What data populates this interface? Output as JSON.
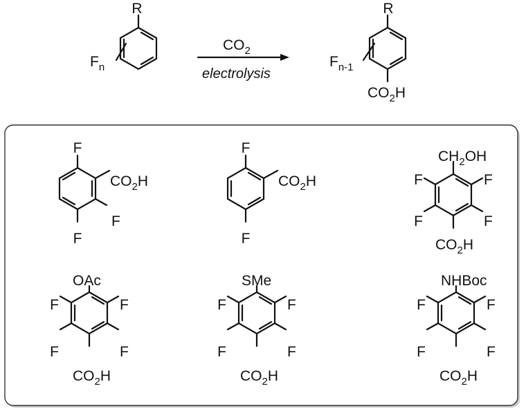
{
  "reaction": {
    "reactant": {
      "substituent": "R",
      "fluorine": "F",
      "fluorine_sub": "n"
    },
    "reagent_above": {
      "main": "CO",
      "sub": "2"
    },
    "reagent_below": "electrolysis",
    "product": {
      "substituent": "R",
      "fluorine": "F",
      "fluorine_sub": "n-1",
      "acid": {
        "a": "CO",
        "b": "2",
        "c": "H"
      }
    }
  },
  "examples": [
    {
      "id": "2,3,6-trifluorobenzoic-acid",
      "labels": [
        {
          "parts": [
            "F"
          ]
        },
        {
          "parts": [
            "CO",
            "2",
            "H"
          ]
        },
        {
          "parts": [
            "F"
          ]
        },
        {
          "parts": [
            "F"
          ]
        }
      ]
    },
    {
      "id": "2,5-difluorobenzoic-acid",
      "labels": [
        {
          "parts": [
            "F"
          ]
        },
        {
          "parts": [
            "CO",
            "2",
            "H"
          ]
        },
        {
          "parts": [
            "F"
          ]
        }
      ]
    },
    {
      "id": "tetrafluoro-4-hydroxymethylbenzoic-acid",
      "labels": [
        {
          "parts": [
            "CH",
            "2",
            "OH"
          ]
        },
        {
          "parts": [
            "F"
          ]
        },
        {
          "parts": [
            "F"
          ]
        },
        {
          "parts": [
            "F"
          ]
        },
        {
          "parts": [
            "F"
          ]
        },
        {
          "parts": [
            "CO",
            "2",
            "H"
          ]
        }
      ]
    },
    {
      "id": "tetrafluoro-4-acetoxybenzoic-acid",
      "labels": [
        {
          "parts": [
            "OAc"
          ]
        },
        {
          "parts": [
            "F"
          ]
        },
        {
          "parts": [
            "F"
          ]
        },
        {
          "parts": [
            "F"
          ]
        },
        {
          "parts": [
            "F"
          ]
        },
        {
          "parts": [
            "CO",
            "2",
            "H"
          ]
        }
      ]
    },
    {
      "id": "tetrafluoro-4-methylthiobenzoic-acid",
      "labels": [
        {
          "parts": [
            "SMe"
          ]
        },
        {
          "parts": [
            "F"
          ]
        },
        {
          "parts": [
            "F"
          ]
        },
        {
          "parts": [
            "F"
          ]
        },
        {
          "parts": [
            "F"
          ]
        },
        {
          "parts": [
            "CO",
            "2",
            "H"
          ]
        }
      ]
    },
    {
      "id": "tetrafluoro-4-bocaminobenzoic-acid",
      "labels": [
        {
          "parts": [
            "NHBoc"
          ]
        },
        {
          "parts": [
            "F"
          ]
        },
        {
          "parts": [
            "F"
          ]
        },
        {
          "parts": [
            "F"
          ]
        },
        {
          "parts": [
            "F"
          ]
        },
        {
          "parts": [
            "CO",
            "2",
            "H"
          ]
        }
      ]
    }
  ]
}
